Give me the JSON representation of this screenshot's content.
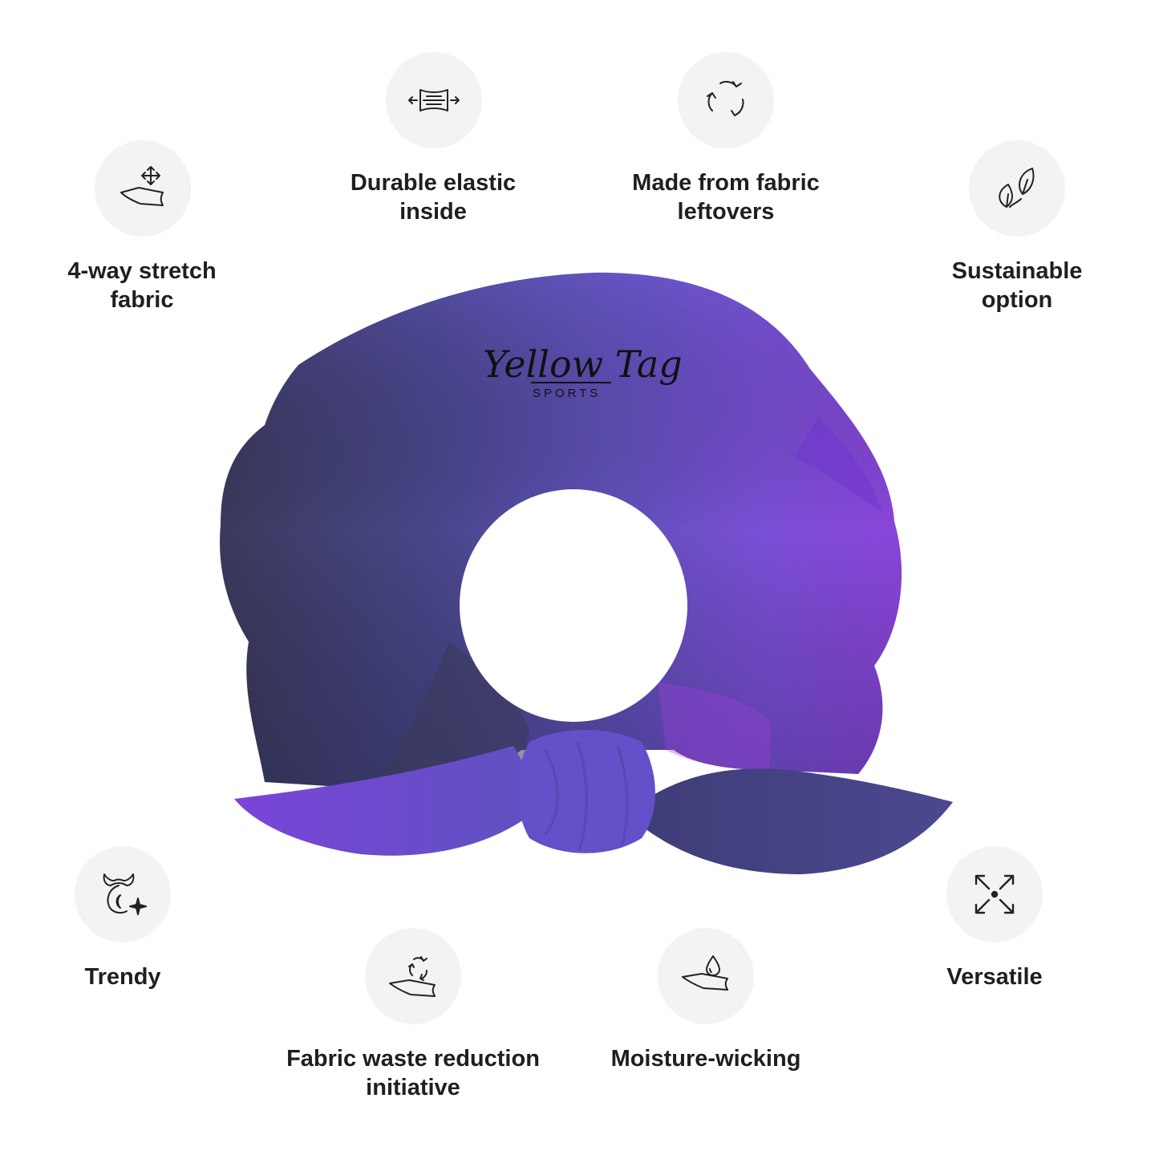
{
  "features": [
    {
      "icon": "four-way-stretch-icon",
      "label_lines": [
        "4-way stretch",
        "fabric"
      ]
    },
    {
      "icon": "elastic-stretch-icon",
      "label_lines": [
        "Durable elastic",
        "inside"
      ]
    },
    {
      "icon": "recycle-arrows-icon",
      "label_lines": [
        "Made from fabric",
        "leftovers"
      ]
    },
    {
      "icon": "leaves-icon",
      "label_lines": [
        "Sustainable",
        "option"
      ]
    },
    {
      "icon": "trendy-face-sparkle-icon",
      "label_lines": [
        "Trendy"
      ]
    },
    {
      "icon": "fabric-recycle-icon",
      "label_lines": [
        "Fabric waste reduction",
        "initiative"
      ]
    },
    {
      "icon": "water-drop-fabric-icon",
      "label_lines": [
        "Moisture-wicking"
      ]
    },
    {
      "icon": "expand-arrows-icon",
      "label_lines": [
        "Versatile"
      ]
    }
  ],
  "product": {
    "name": "scrunchie",
    "brand_logo_lines": [
      "Yellow Tag",
      "SPORTS"
    ],
    "colors": {
      "dark_navy": "#3b3a5c",
      "indigo": "#5a4ea8",
      "violet": "#7b4fd6",
      "magenta_purple": "#8a3fd8"
    }
  },
  "colors": {
    "icon_circle_bg": "#f3f3f3",
    "label_text": "#1f1f1f",
    "background": "#ffffff"
  }
}
